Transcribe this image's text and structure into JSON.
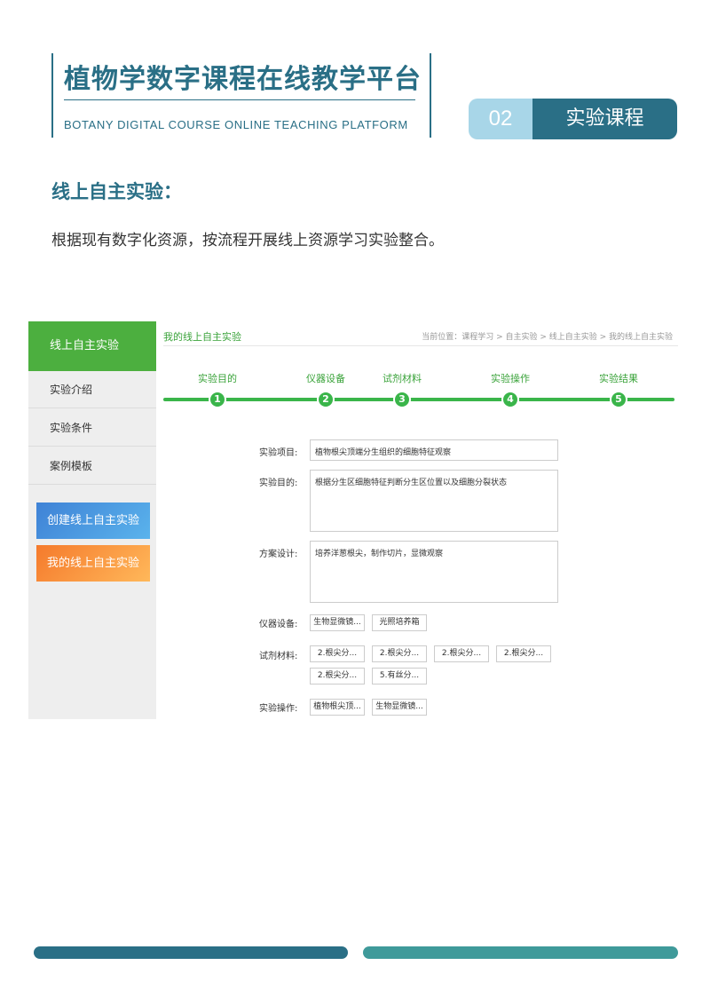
{
  "header": {
    "title_cn": "植物学数字课程在线教学平台",
    "title_en": "BOTANY DIGITAL COURSE ONLINE TEACHING PLATFORM",
    "badge_number": "02",
    "badge_label": "实验课程",
    "accent_color": "#2a6f86",
    "badge_light_color": "#a8d6e8"
  },
  "section": {
    "title": "线上自主实验：",
    "description": "根据现有数字化资源，按流程开展线上资源学习实验整合。"
  },
  "screenshot": {
    "sidebar": {
      "active": "线上自主实验",
      "items": [
        "实验介绍",
        "实验条件",
        "案例模板"
      ],
      "create_button": "创建线上自主实验",
      "mine_button": "我的线上自主实验"
    },
    "main_title": "我的线上自主实验",
    "breadcrumb": "当前位置：课程学习 > 自主实验 > 线上自主实验 > 我的线上自主实验",
    "steps": [
      {
        "number": "1",
        "label": "实验目的"
      },
      {
        "number": "2",
        "label": "仪器设备"
      },
      {
        "number": "3",
        "label": "试剂材料"
      },
      {
        "number": "4",
        "label": "实验操作"
      },
      {
        "number": "5",
        "label": "实验结果"
      }
    ],
    "form": {
      "project_label": "实验项目:",
      "project_value": "植物根尖顶端分生组织的细胞特征观察",
      "purpose_label": "实验目的:",
      "purpose_value": "根据分生区细胞特征判断分生区位置以及细胞分裂状态",
      "design_label": "方案设计:",
      "design_value": "培养洋葱根尖，制作切片，显微观察",
      "equipment_label": "仪器设备:",
      "equipment": [
        "生物显微镜...",
        "光照培养箱"
      ],
      "materials_label": "试剂材料:",
      "materials": [
        "2.根尖分...",
        "2.根尖分...",
        "2.根尖分...",
        "2.根尖分...",
        "2.根尖分...",
        "5.有丝分..."
      ],
      "operation_label": "实验操作:",
      "operations": [
        "植物根尖顶...",
        "生物显微镜..."
      ]
    },
    "green_color": "#4caf3f"
  },
  "footer": {
    "left_color": "#2a6f86",
    "right_color": "#3f9a9a"
  }
}
